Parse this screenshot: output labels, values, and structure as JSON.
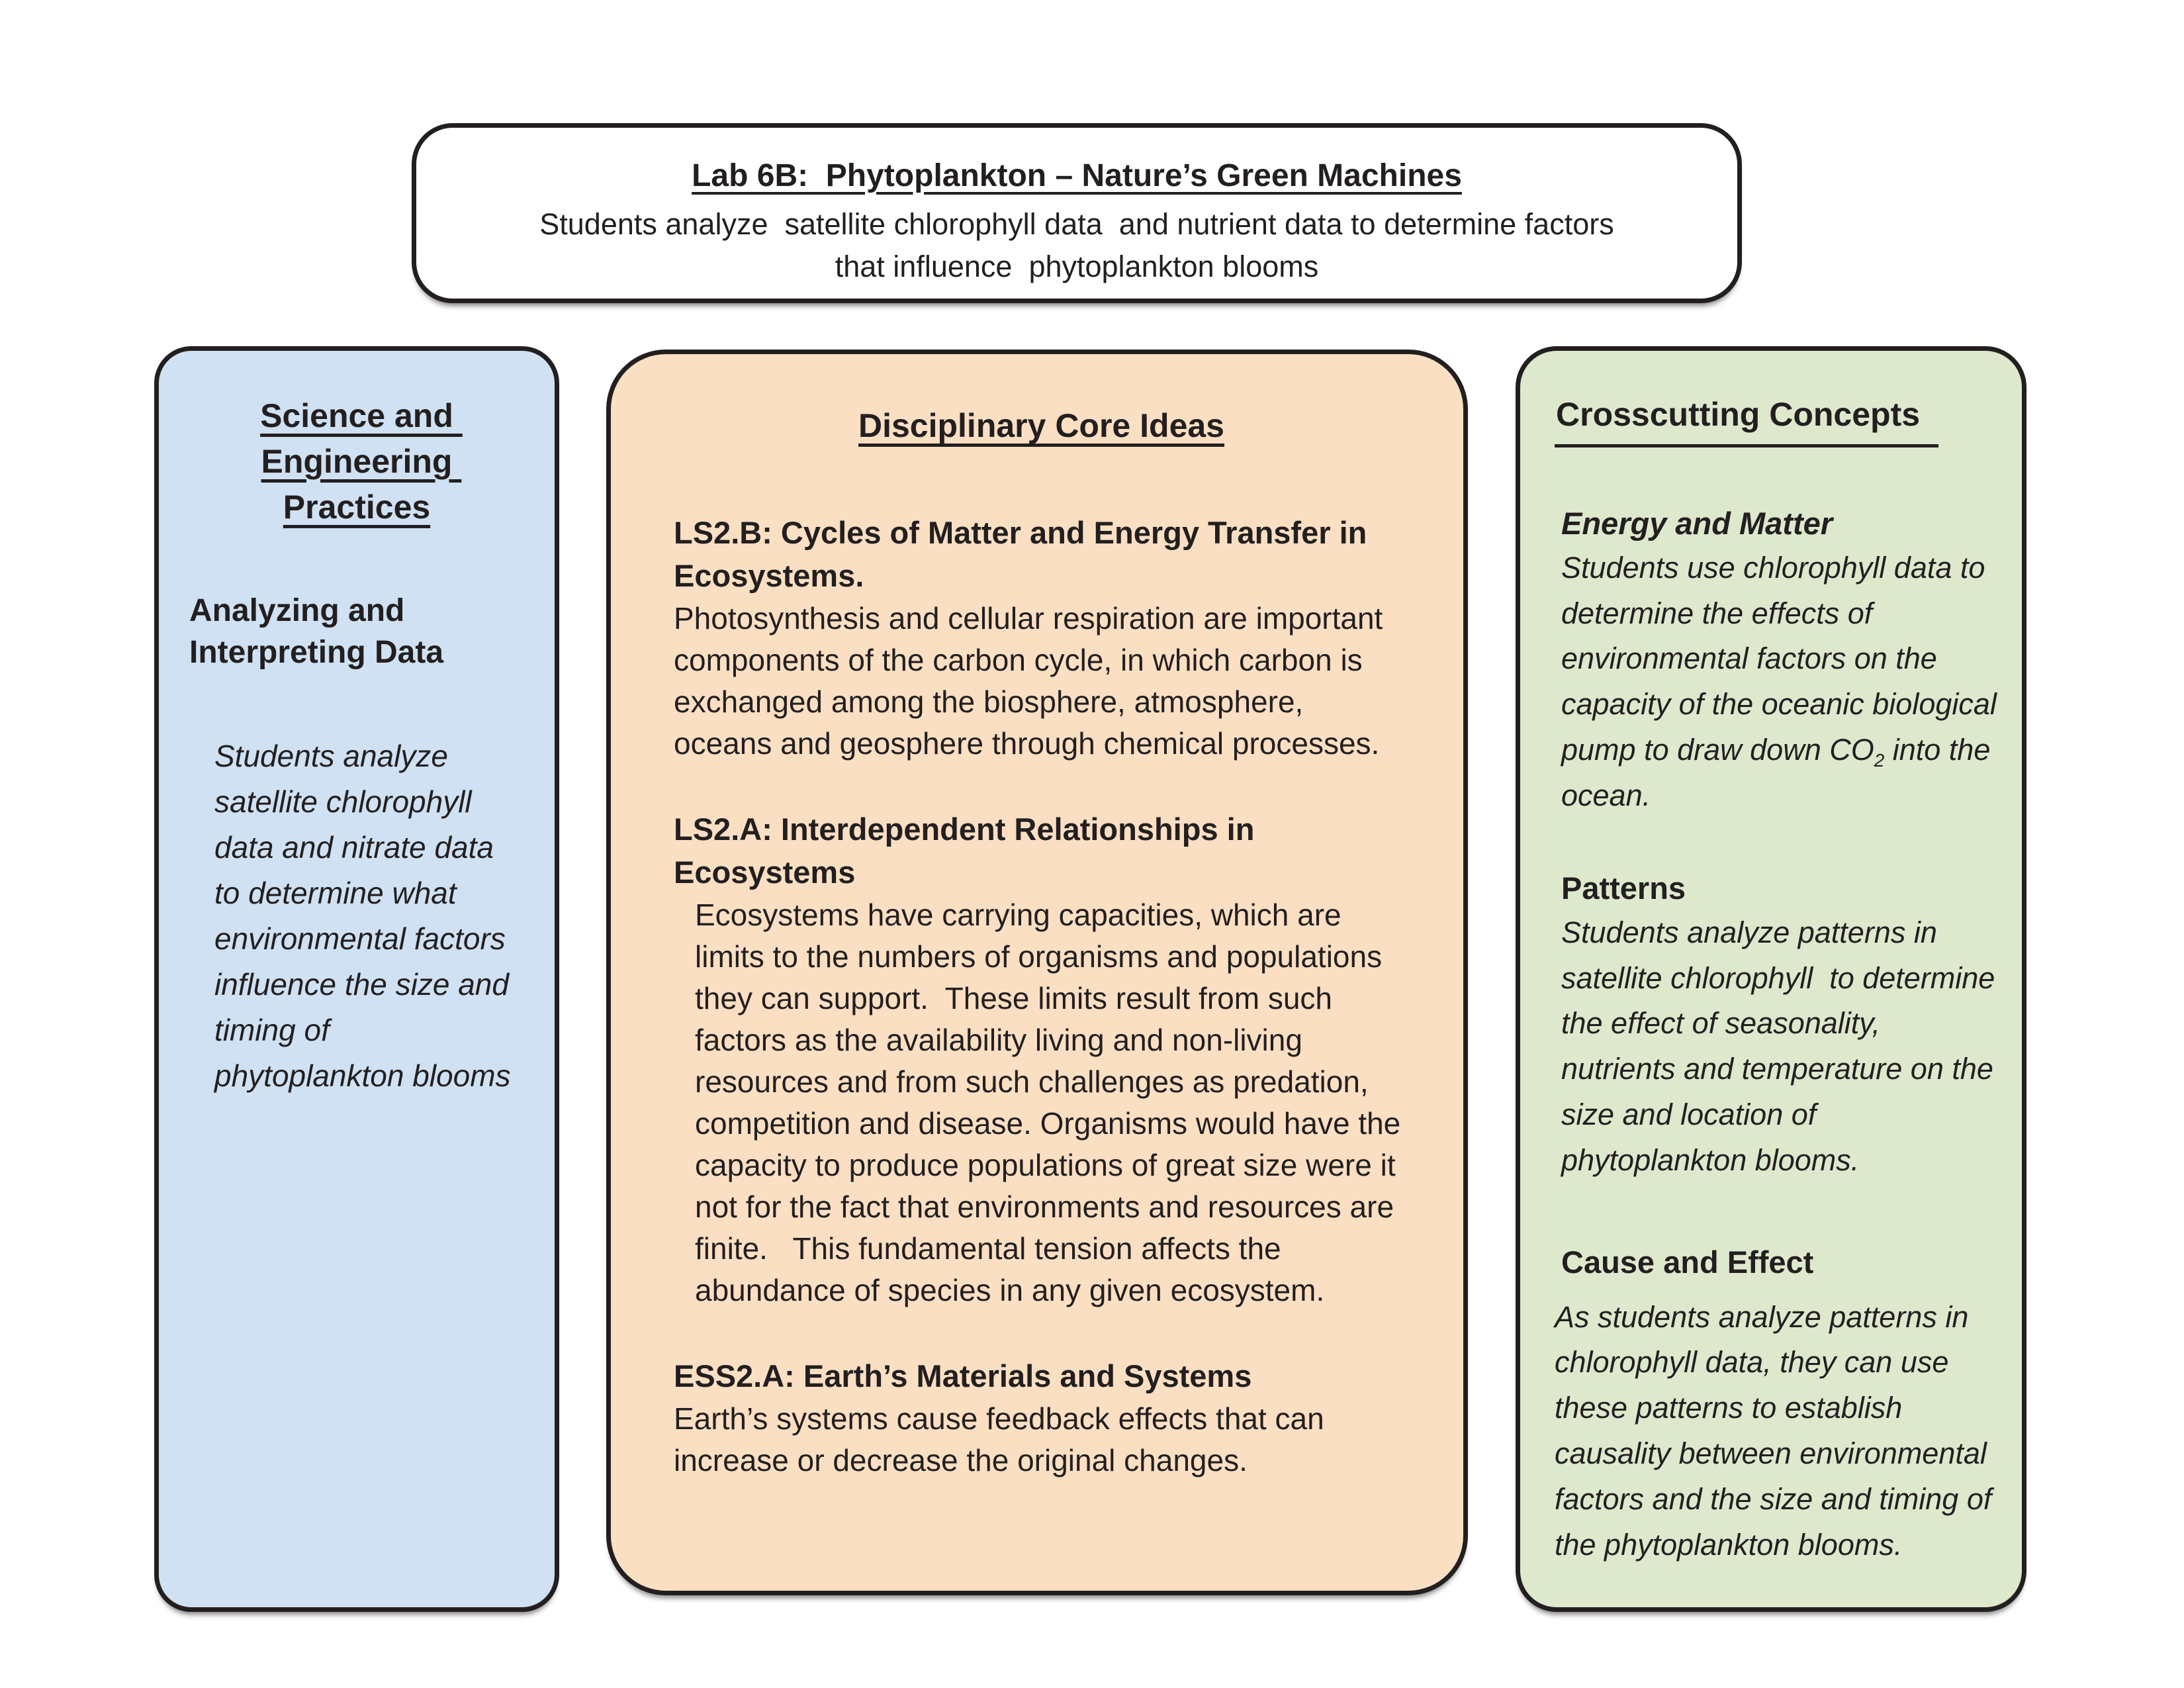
{
  "title_box": {
    "title": "Lab 6B:  Phytoplankton – Nature’s Green Machines",
    "subtitle_line1": "Students analyze  satellite chlorophyll data  and nutrient data to determine factors",
    "subtitle_line2": "that influence  phytoplankton blooms"
  },
  "sep_box": {
    "heading": "Science and Engineering Practices",
    "practice_title": "Analyzing and Interpreting Data",
    "practice_body": "Students analyze satellite chlorophyll data and nitrate data  to determine what environmental factors influence the size and timing of phytoplankton blooms"
  },
  "dci_box": {
    "heading": "Disciplinary Core Ideas",
    "sections": [
      {
        "title": "LS2.B: Cycles of Matter and Energy Transfer in Ecosystems.",
        "body": "Photosynthesis and cellular respiration are important components of the carbon cycle, in which carbon is exchanged among the biosphere, atmosphere, oceans and geosphere through chemical processes."
      },
      {
        "title": "LS2.A: Interdependent Relationships in Ecosystems",
        "body": "Ecosystems have carrying capacities, which are limits to the numbers of organisms and populations they can support.  These limits result from such factors as the availability living and non-living resources and from such challenges as predation, competition and disease. Organisms would have the capacity to produce populations of great size were it not for the fact that environments and resources are finite.   This fundamental tension affects the abundance of species in any given ecosystem."
      },
      {
        "title": "ESS2.A: Earth’s Materials and Systems",
        "body": "Earth’s systems cause feedback effects that can increase or decrease the original changes."
      }
    ]
  },
  "ccc_box": {
    "heading": "Crosscutting Concepts",
    "sections": [
      {
        "title": "Energy and Matter",
        "body_before_sub": "Students use chlorophyll data to determine the effects of  environmental factors on the capacity of the oceanic biological pump to draw down CO",
        "body_sub": "2",
        "body_after_sub": " into the ocean."
      },
      {
        "title": "Patterns",
        "body": "Students analyze patterns in satellite chlorophyll  to determine the effect of seasonality, nutrients and temperature on the size and location of phytoplankton blooms."
      },
      {
        "title": "Cause and Effect",
        "body": "As students analyze patterns in chlorophyll data, they can use these patterns to establish causality between environmental factors and the size and timing of the phytoplankton blooms."
      }
    ]
  },
  "colors": {
    "page_bg": "#ffffff",
    "box_border": "#231f20",
    "text": "#231f20",
    "sep_fill": "#cfe1f2",
    "dci_fill": "#fbdfc3",
    "ccc_fill": "#dde8cd"
  }
}
